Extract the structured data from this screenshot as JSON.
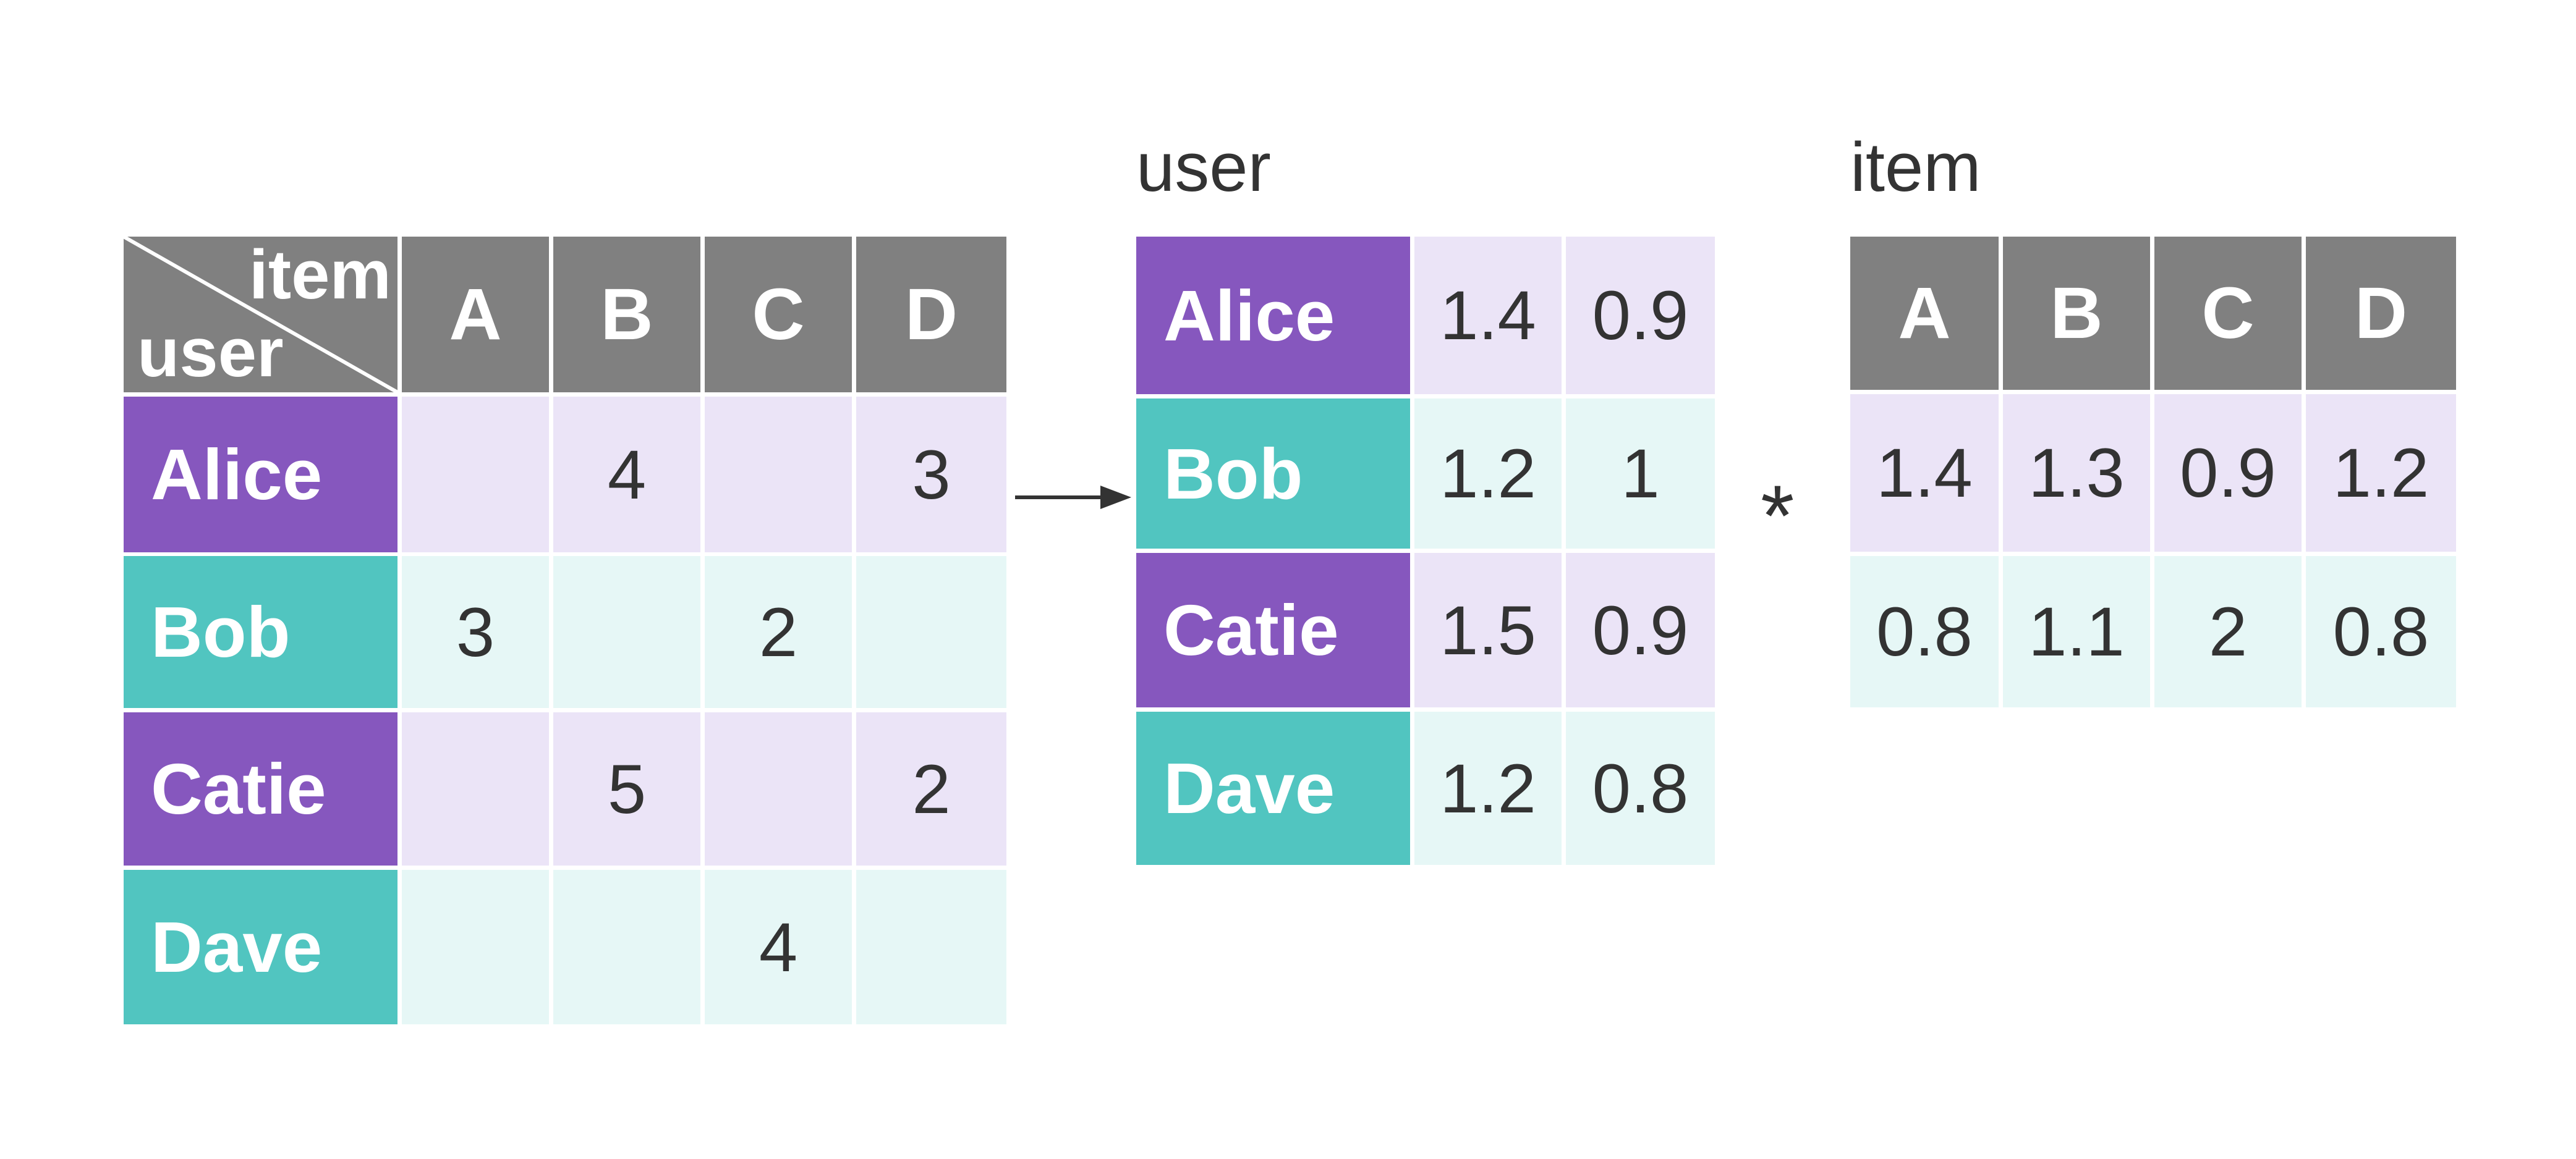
{
  "colors": {
    "header_gray": "#808080",
    "user_purple": "#8657be",
    "user_teal": "#51c5c0",
    "cell_purple": "#ebe4f7",
    "cell_teal": "#e6f7f6",
    "text_dark": "#333333"
  },
  "rating_matrix": {
    "corner_item": "item",
    "corner_user": "user",
    "columns": [
      "A",
      "B",
      "C",
      "D"
    ],
    "rows": [
      {
        "name": "Alice",
        "values": [
          "",
          "4",
          "",
          "3"
        ]
      },
      {
        "name": "Bob",
        "values": [
          "3",
          "",
          "2",
          ""
        ]
      },
      {
        "name": "Catie",
        "values": [
          "",
          "5",
          "",
          "2"
        ]
      },
      {
        "name": "Dave",
        "values": [
          "",
          "",
          "4",
          ""
        ]
      }
    ]
  },
  "user_matrix": {
    "title": "user",
    "rows": [
      {
        "name": "Alice",
        "values": [
          "1.4",
          "0.9"
        ]
      },
      {
        "name": "Bob",
        "values": [
          "1.2",
          "1"
        ]
      },
      {
        "name": "Catie",
        "values": [
          "1.5",
          "0.9"
        ]
      },
      {
        "name": "Dave",
        "values": [
          "1.2",
          "0.8"
        ]
      }
    ]
  },
  "item_matrix": {
    "title": "item",
    "columns": [
      "A",
      "B",
      "C",
      "D"
    ],
    "rows": [
      {
        "values": [
          "1.4",
          "1.3",
          "0.9",
          "1.2"
        ]
      },
      {
        "values": [
          "0.8",
          "1.1",
          "2",
          "0.8"
        ]
      }
    ]
  },
  "multiply_symbol": "*"
}
